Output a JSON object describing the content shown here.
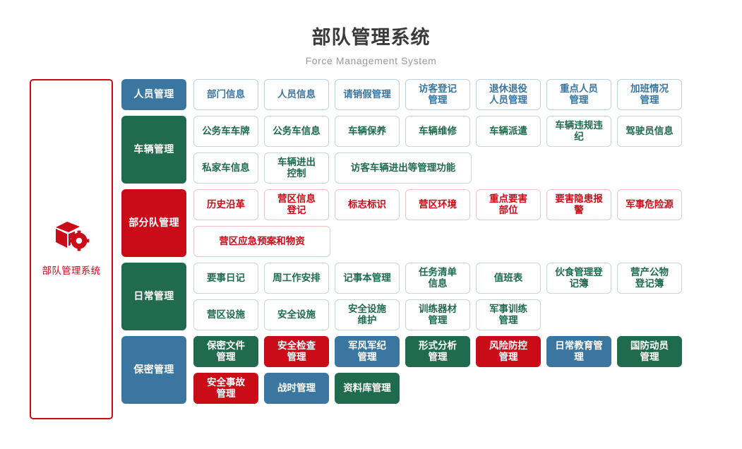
{
  "header": {
    "title": "部队管理系统",
    "subtitle": "Force Management System"
  },
  "sidebar": {
    "icon": "cube-gear-icon",
    "label": "部队管理系统",
    "border_color": "#C90C18",
    "text_color": "#C90C18"
  },
  "colors": {
    "blue": "#3A76A0",
    "green": "#206A4E",
    "red": "#C90C18"
  },
  "sections": [
    {
      "category": "人员管理",
      "color": "blue",
      "items": [
        {
          "label": "部门信息",
          "style": "o-blue",
          "width": "w1"
        },
        {
          "label": "人员信息",
          "style": "o-blue",
          "width": "w1"
        },
        {
          "label": "请销假管理",
          "style": "o-blue",
          "width": "w1"
        },
        {
          "label": "访客登记\n管理",
          "style": "o-blue",
          "width": "w1"
        },
        {
          "label": "退休退役\n人员管理",
          "style": "o-blue",
          "width": "w1"
        },
        {
          "label": "重点人员\n管理",
          "style": "o-blue",
          "width": "w1"
        },
        {
          "label": "加班情况\n管理",
          "style": "o-blue",
          "width": "w1"
        }
      ]
    },
    {
      "category": "车辆管理",
      "color": "green",
      "items": [
        {
          "label": "公务车车牌",
          "style": "o-green",
          "width": "w1"
        },
        {
          "label": "公务车信息",
          "style": "o-green",
          "width": "w1"
        },
        {
          "label": "车辆保养",
          "style": "o-green",
          "width": "w1"
        },
        {
          "label": "车辆维修",
          "style": "o-green",
          "width": "w1"
        },
        {
          "label": "车辆派遣",
          "style": "o-green",
          "width": "w1"
        },
        {
          "label": "车辆违规违纪",
          "style": "o-green",
          "width": "w1"
        },
        {
          "label": "驾驶员信息",
          "style": "o-green",
          "width": "w1"
        },
        {
          "label": "私家车信息",
          "style": "o-green",
          "width": "w1"
        },
        {
          "label": "车辆进出\n控制",
          "style": "o-green",
          "width": "w1"
        },
        {
          "label": "访客车辆进出等管理功能",
          "style": "o-green",
          "width": "w2"
        }
      ]
    },
    {
      "category": "部分队管理",
      "color": "red",
      "items": [
        {
          "label": "历史沿革",
          "style": "o-red",
          "width": "w1"
        },
        {
          "label": "营区信息\n登记",
          "style": "o-red",
          "width": "w1"
        },
        {
          "label": "标志标识",
          "style": "o-red",
          "width": "w1"
        },
        {
          "label": "营区环境",
          "style": "o-red",
          "width": "w1"
        },
        {
          "label": "重点要害\n部位",
          "style": "o-red",
          "width": "w1"
        },
        {
          "label": "要害隐患报警",
          "style": "o-red",
          "width": "w1"
        },
        {
          "label": "军事危险源",
          "style": "o-red",
          "width": "w1"
        },
        {
          "label": "营区应急预案和物资",
          "style": "o-red",
          "width": "w2"
        }
      ]
    },
    {
      "category": "日常管理",
      "color": "green",
      "items": [
        {
          "label": "要事日记",
          "style": "o-green",
          "width": "w1"
        },
        {
          "label": "周工作安排",
          "style": "o-green",
          "width": "w1"
        },
        {
          "label": "记事本管理",
          "style": "o-green",
          "width": "w1"
        },
        {
          "label": "任务清单\n信息",
          "style": "o-green",
          "width": "w1"
        },
        {
          "label": "值班表",
          "style": "o-green",
          "width": "w1"
        },
        {
          "label": "伙食管理登记簿",
          "style": "o-green",
          "width": "w1"
        },
        {
          "label": "营产公物\n登记簿",
          "style": "o-green",
          "width": "w1"
        },
        {
          "label": "营区设施",
          "style": "o-green",
          "width": "w1"
        },
        {
          "label": "安全设施",
          "style": "o-green",
          "width": "w1"
        },
        {
          "label": "安全设施\n维护",
          "style": "o-green",
          "width": "w1"
        },
        {
          "label": "训练器材\n管理",
          "style": "o-green",
          "width": "w1"
        },
        {
          "label": "军事训练\n管理",
          "style": "o-green",
          "width": "w1"
        }
      ]
    },
    {
      "category": "保密管理",
      "color": "blue",
      "items": [
        {
          "label": "保密文件\n管理",
          "style": "f-green",
          "width": "w1"
        },
        {
          "label": "安全检查\n管理",
          "style": "f-red",
          "width": "w1"
        },
        {
          "label": "军风军纪\n管理",
          "style": "f-blue",
          "width": "w1"
        },
        {
          "label": "形式分析\n管理",
          "style": "f-green",
          "width": "w1"
        },
        {
          "label": "风险防控\n管理",
          "style": "f-red",
          "width": "w1"
        },
        {
          "label": "日常教育管理",
          "style": "f-blue",
          "width": "w1"
        },
        {
          "label": "国防动员\n管理",
          "style": "f-green",
          "width": "w1"
        },
        {
          "label": "安全事故\n管理",
          "style": "f-red",
          "width": "w1"
        },
        {
          "label": "战时管理",
          "style": "f-blue",
          "width": "w1"
        },
        {
          "label": "资料库管理",
          "style": "f-green",
          "width": "w1"
        }
      ]
    }
  ]
}
